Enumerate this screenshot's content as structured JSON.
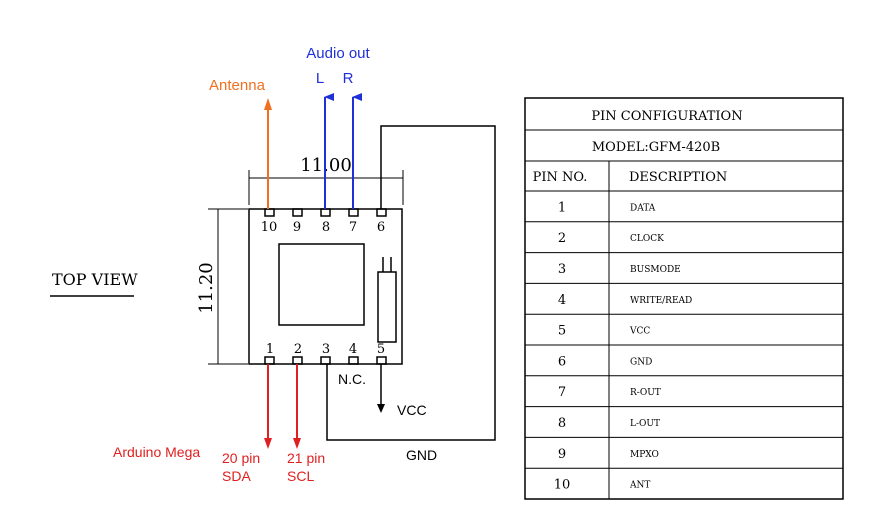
{
  "top_view_label": "TOP VIEW",
  "width_dim": "11.00",
  "height_dim": "11.20",
  "top_pins": [
    "10",
    "9",
    "8",
    "7",
    "6"
  ],
  "bottom_pins": [
    "1",
    "2",
    "3",
    "4",
    "5"
  ],
  "labels": {
    "audio_out": "Audio out",
    "left": "L",
    "right": "R",
    "antenna": "Antenna",
    "nc": "N.C.",
    "vcc": "VCC",
    "gnd": "GND",
    "arduino": "Arduino Mega",
    "sda_pin": "20 pin",
    "sda": "SDA",
    "scl_pin": "21 pin",
    "scl": "SCL"
  },
  "colors": {
    "audio": "#2030d8",
    "antenna": "#f07020",
    "arduino": "#e02020",
    "line": "#000000"
  },
  "table": {
    "title": "PIN CONFIGURATION",
    "model": "MODEL:GFM-420B",
    "headers": [
      "PIN NO.",
      "DESCRIPTION"
    ],
    "rows": [
      {
        "pin": "1",
        "desc": "DATA"
      },
      {
        "pin": "2",
        "desc": "CLOCK"
      },
      {
        "pin": "3",
        "desc": "BUSMODE"
      },
      {
        "pin": "4",
        "desc": "WRITE/READ"
      },
      {
        "pin": "5",
        "desc": "VCC"
      },
      {
        "pin": "6",
        "desc": "GND"
      },
      {
        "pin": "7",
        "desc": "R-OUT"
      },
      {
        "pin": "8",
        "desc": "L-OUT"
      },
      {
        "pin": "9",
        "desc": "MPXO"
      },
      {
        "pin": "10",
        "desc": "ANT"
      }
    ]
  }
}
